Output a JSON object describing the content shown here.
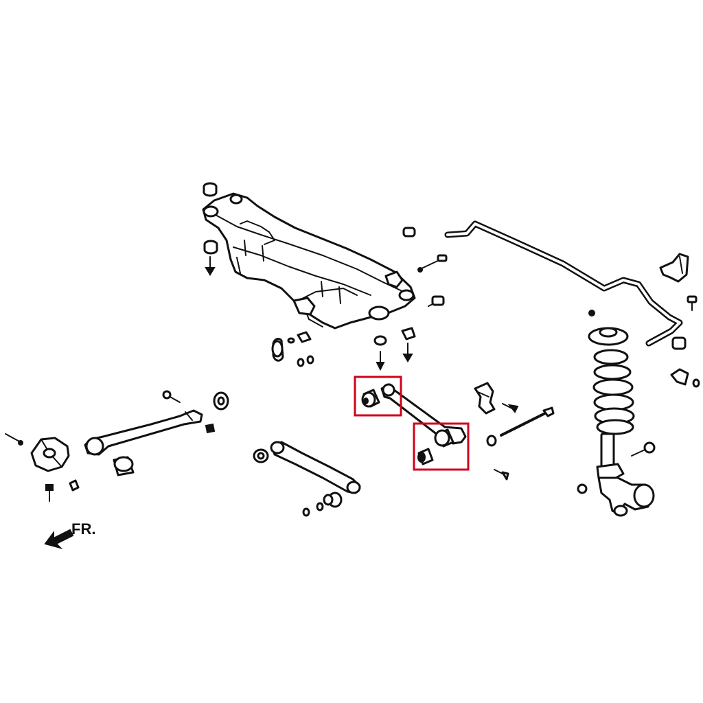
{
  "labels": {
    "front_direction": "FR."
  },
  "colors": {
    "line": "#111111",
    "background": "#ffffff",
    "highlight": "#d0021b"
  },
  "highlight_boxes": [
    {
      "name": "highlight-box-inner-bushing",
      "part": "lateral-link-inner-bushing"
    },
    {
      "name": "highlight-box-outer-bushing",
      "part": "lateral-link-outer-bushing"
    }
  ]
}
